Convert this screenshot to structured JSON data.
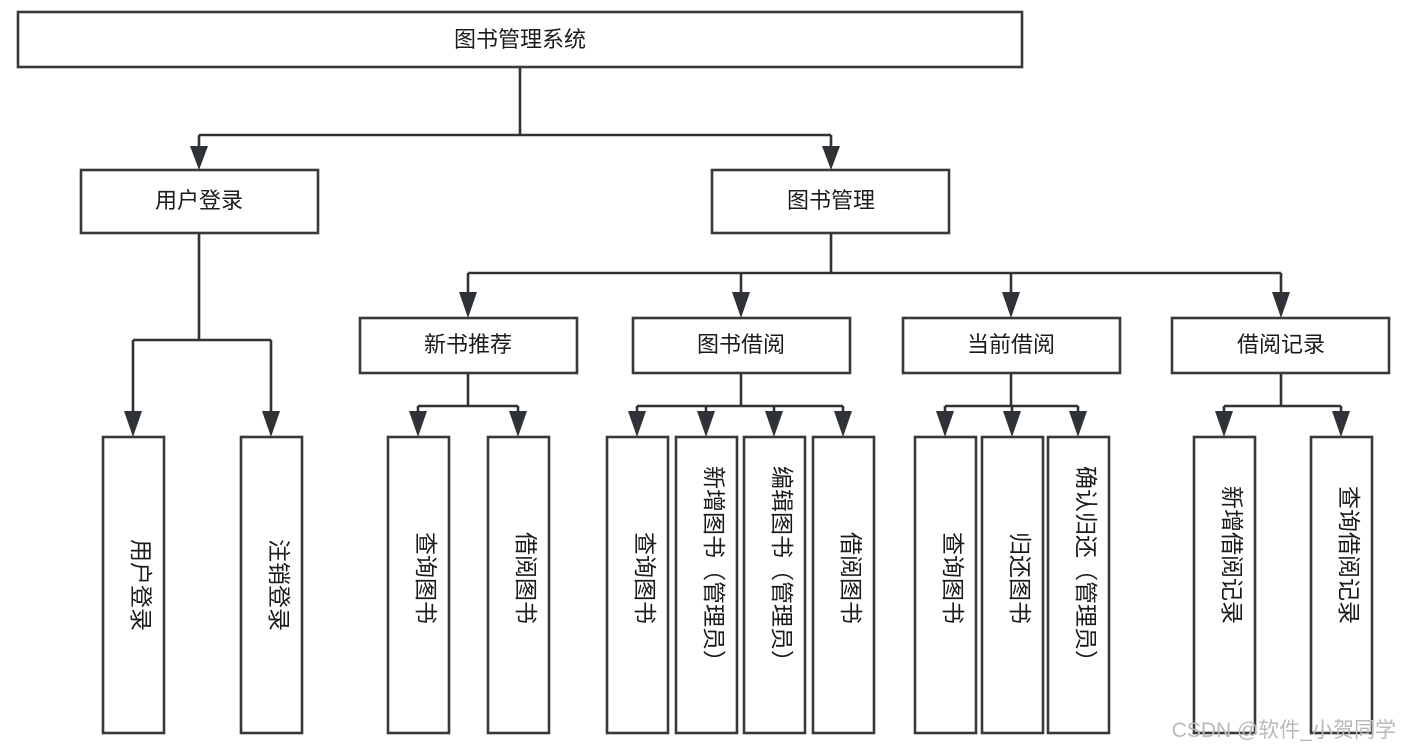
{
  "diagram": {
    "title": "图书管理系统",
    "type": "tree-hierarchy",
    "watermark": "CSDN @软件_小贺同学",
    "colors": {
      "stroke": "#36393d",
      "fill": "#ffffff",
      "text": "#1b1b1b",
      "watermark": "#b9b9b9"
    },
    "root": {
      "label": "图书管理系统"
    },
    "level2": [
      {
        "label": "用户登录"
      },
      {
        "label": "图书管理"
      }
    ],
    "level3": [
      {
        "label": "新书推荐"
      },
      {
        "label": "图书借阅"
      },
      {
        "label": "当前借阅"
      },
      {
        "label": "借阅记录"
      }
    ],
    "leaves_user_login": [
      {
        "label": "用户登录"
      },
      {
        "label": "注销登录"
      }
    ],
    "leaves_new_books": [
      {
        "label": "查询图书"
      },
      {
        "label": "借阅图书"
      }
    ],
    "leaves_book_borrow": [
      {
        "label": "查询图书"
      },
      {
        "label": "新增图书（管理员）"
      },
      {
        "label": "编辑图书（管理员）"
      },
      {
        "label": "借阅图书"
      }
    ],
    "leaves_current_borrow": [
      {
        "label": "查询图书"
      },
      {
        "label": "归还图书"
      },
      {
        "label": "确认归还（管理员）"
      }
    ],
    "leaves_borrow_records": [
      {
        "label": "新增借阅记录"
      },
      {
        "label": "查询借阅记录"
      }
    ]
  }
}
